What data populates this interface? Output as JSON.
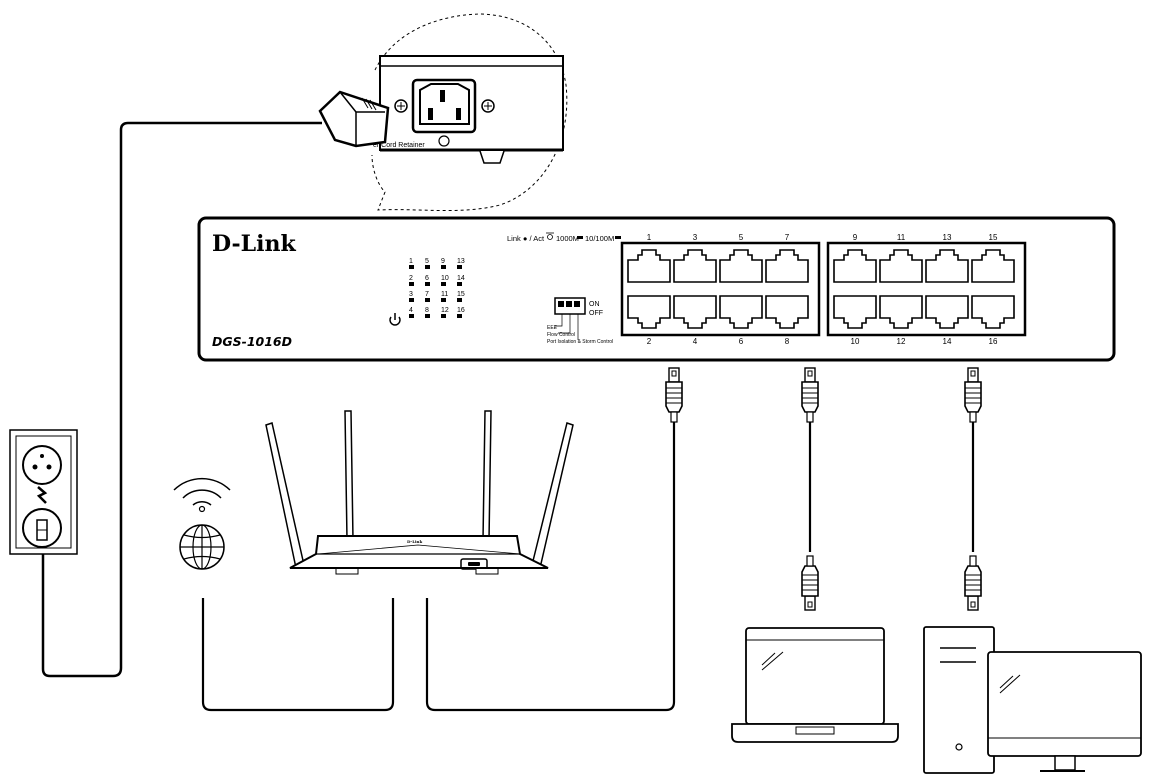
{
  "switch": {
    "brand": "D-Link",
    "model": "DGS-1016D",
    "legend": {
      "link_act": "Link ● / Act",
      "speed_1000": "1000M",
      "speed_10_100": "10/100M"
    },
    "led_numbers": [
      [
        "1",
        "5",
        "9",
        "13"
      ],
      [
        "2",
        "6",
        "10",
        "14"
      ],
      [
        "3",
        "7",
        "11",
        "15"
      ],
      [
        "4",
        "8",
        "12",
        "16"
      ]
    ],
    "port_labels_top": [
      "1",
      "3",
      "5",
      "7",
      "9",
      "11",
      "13",
      "15"
    ],
    "port_labels_bottom": [
      "2",
      "4",
      "6",
      "8",
      "10",
      "12",
      "14",
      "16"
    ],
    "dip": {
      "on": "ON",
      "off": "OFF",
      "eee": "EEE",
      "flow_control": "Flow Control",
      "port_isolation": "Port Isolation & Storm Control"
    }
  },
  "power_inset": {
    "retainer_label": "er Cord Retainer"
  },
  "router": {
    "brand": "D-Link"
  },
  "icons": [
    "power-plug-icon",
    "wall-outlet-icon",
    "lightning-icon",
    "wifi-icon",
    "globe-icon",
    "router-icon",
    "laptop-icon",
    "desktop-computer-icon",
    "ethernet-connector-icon",
    "power-button-icon"
  ]
}
